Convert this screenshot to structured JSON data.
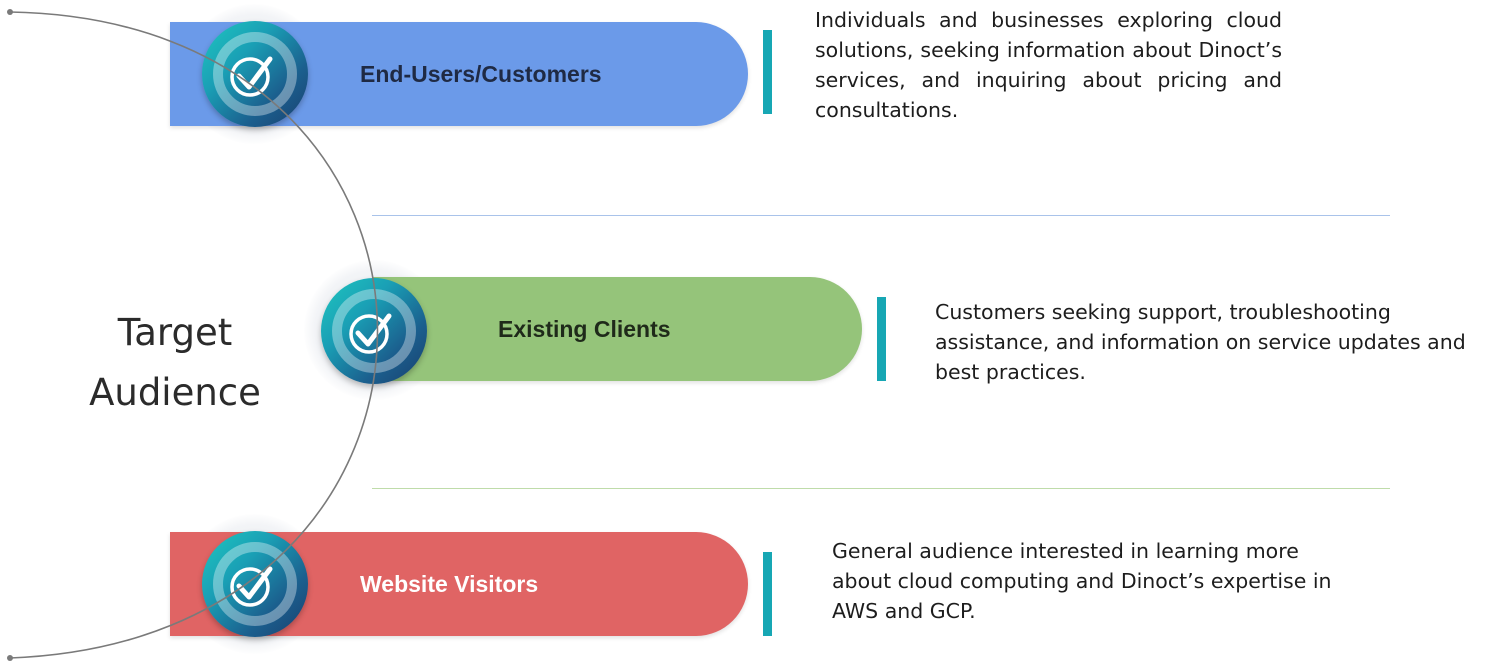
{
  "title_lines": [
    "Target",
    "Audience"
  ],
  "segments": [
    {
      "label": "End-Users/Customers",
      "description": "Individuals and businesses exploring cloud solutions, seeking information about Dinoct’s services, and inquiring about pricing and consultations.",
      "pill_color": "#6b9ae9",
      "label_color": "#1f2a44"
    },
    {
      "label": "Existing Clients",
      "description": "Customers seeking support, troubleshooting assistance, and information on service updates and best practices.",
      "pill_color": "#95c47a",
      "label_color": "#1f2a1a"
    },
    {
      "label": "Website Visitors",
      "description": "General audience interested in learning more about cloud computing and Dinoct’s expertise in AWS and GCP.",
      "pill_color": "#e06464",
      "label_color": "#ffffff"
    }
  ],
  "colors": {
    "accent_bar": "#17a7b4",
    "separator_1": "#a9c3ea",
    "separator_2": "#bfdcaa",
    "arc": "#7a7a7a"
  },
  "icons": [
    "check-circle-icon",
    "check-circle-icon",
    "check-circle-icon"
  ]
}
